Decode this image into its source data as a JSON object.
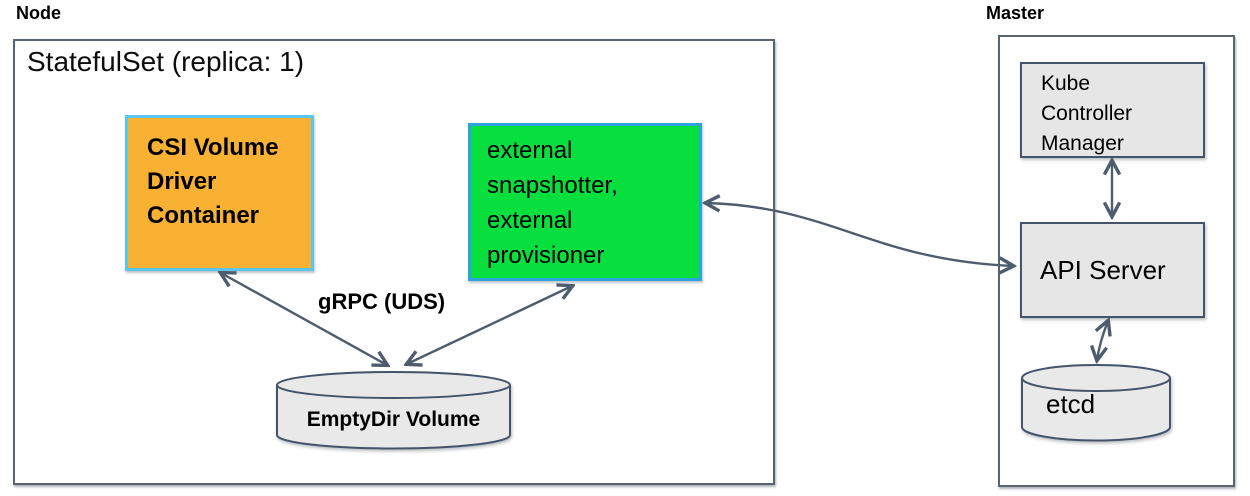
{
  "node": {
    "label": "Node",
    "statefulset_label": "StatefulSet (replica: 1)",
    "csi_driver_label": "CSI Volume\nDriver\nContainer",
    "sidecars_label": "external\nsnapshotter,\nexternal\nprovisioner",
    "grpc_label": "gRPC (UDS)",
    "emptydir_label": "EmptyDir Volume"
  },
  "master": {
    "label": "Master",
    "kube_controller_manager_label": "Kube\nController\nManager",
    "api_server_label": "API Server",
    "etcd_label": "etcd"
  },
  "colors": {
    "csi_box_fill": "#f8b133",
    "csi_box_border": "#5bc6f0",
    "sidecars_box_fill": "#06df3e",
    "sidecars_box_border": "#2ba3dd",
    "gray_box_fill": "#e6e6e6",
    "cylinder_fill": "#e9e9e9",
    "shape_border": "#44546a",
    "arrow": "#4e5d6e",
    "outer_border": "#5a6470",
    "text": "#000000"
  }
}
